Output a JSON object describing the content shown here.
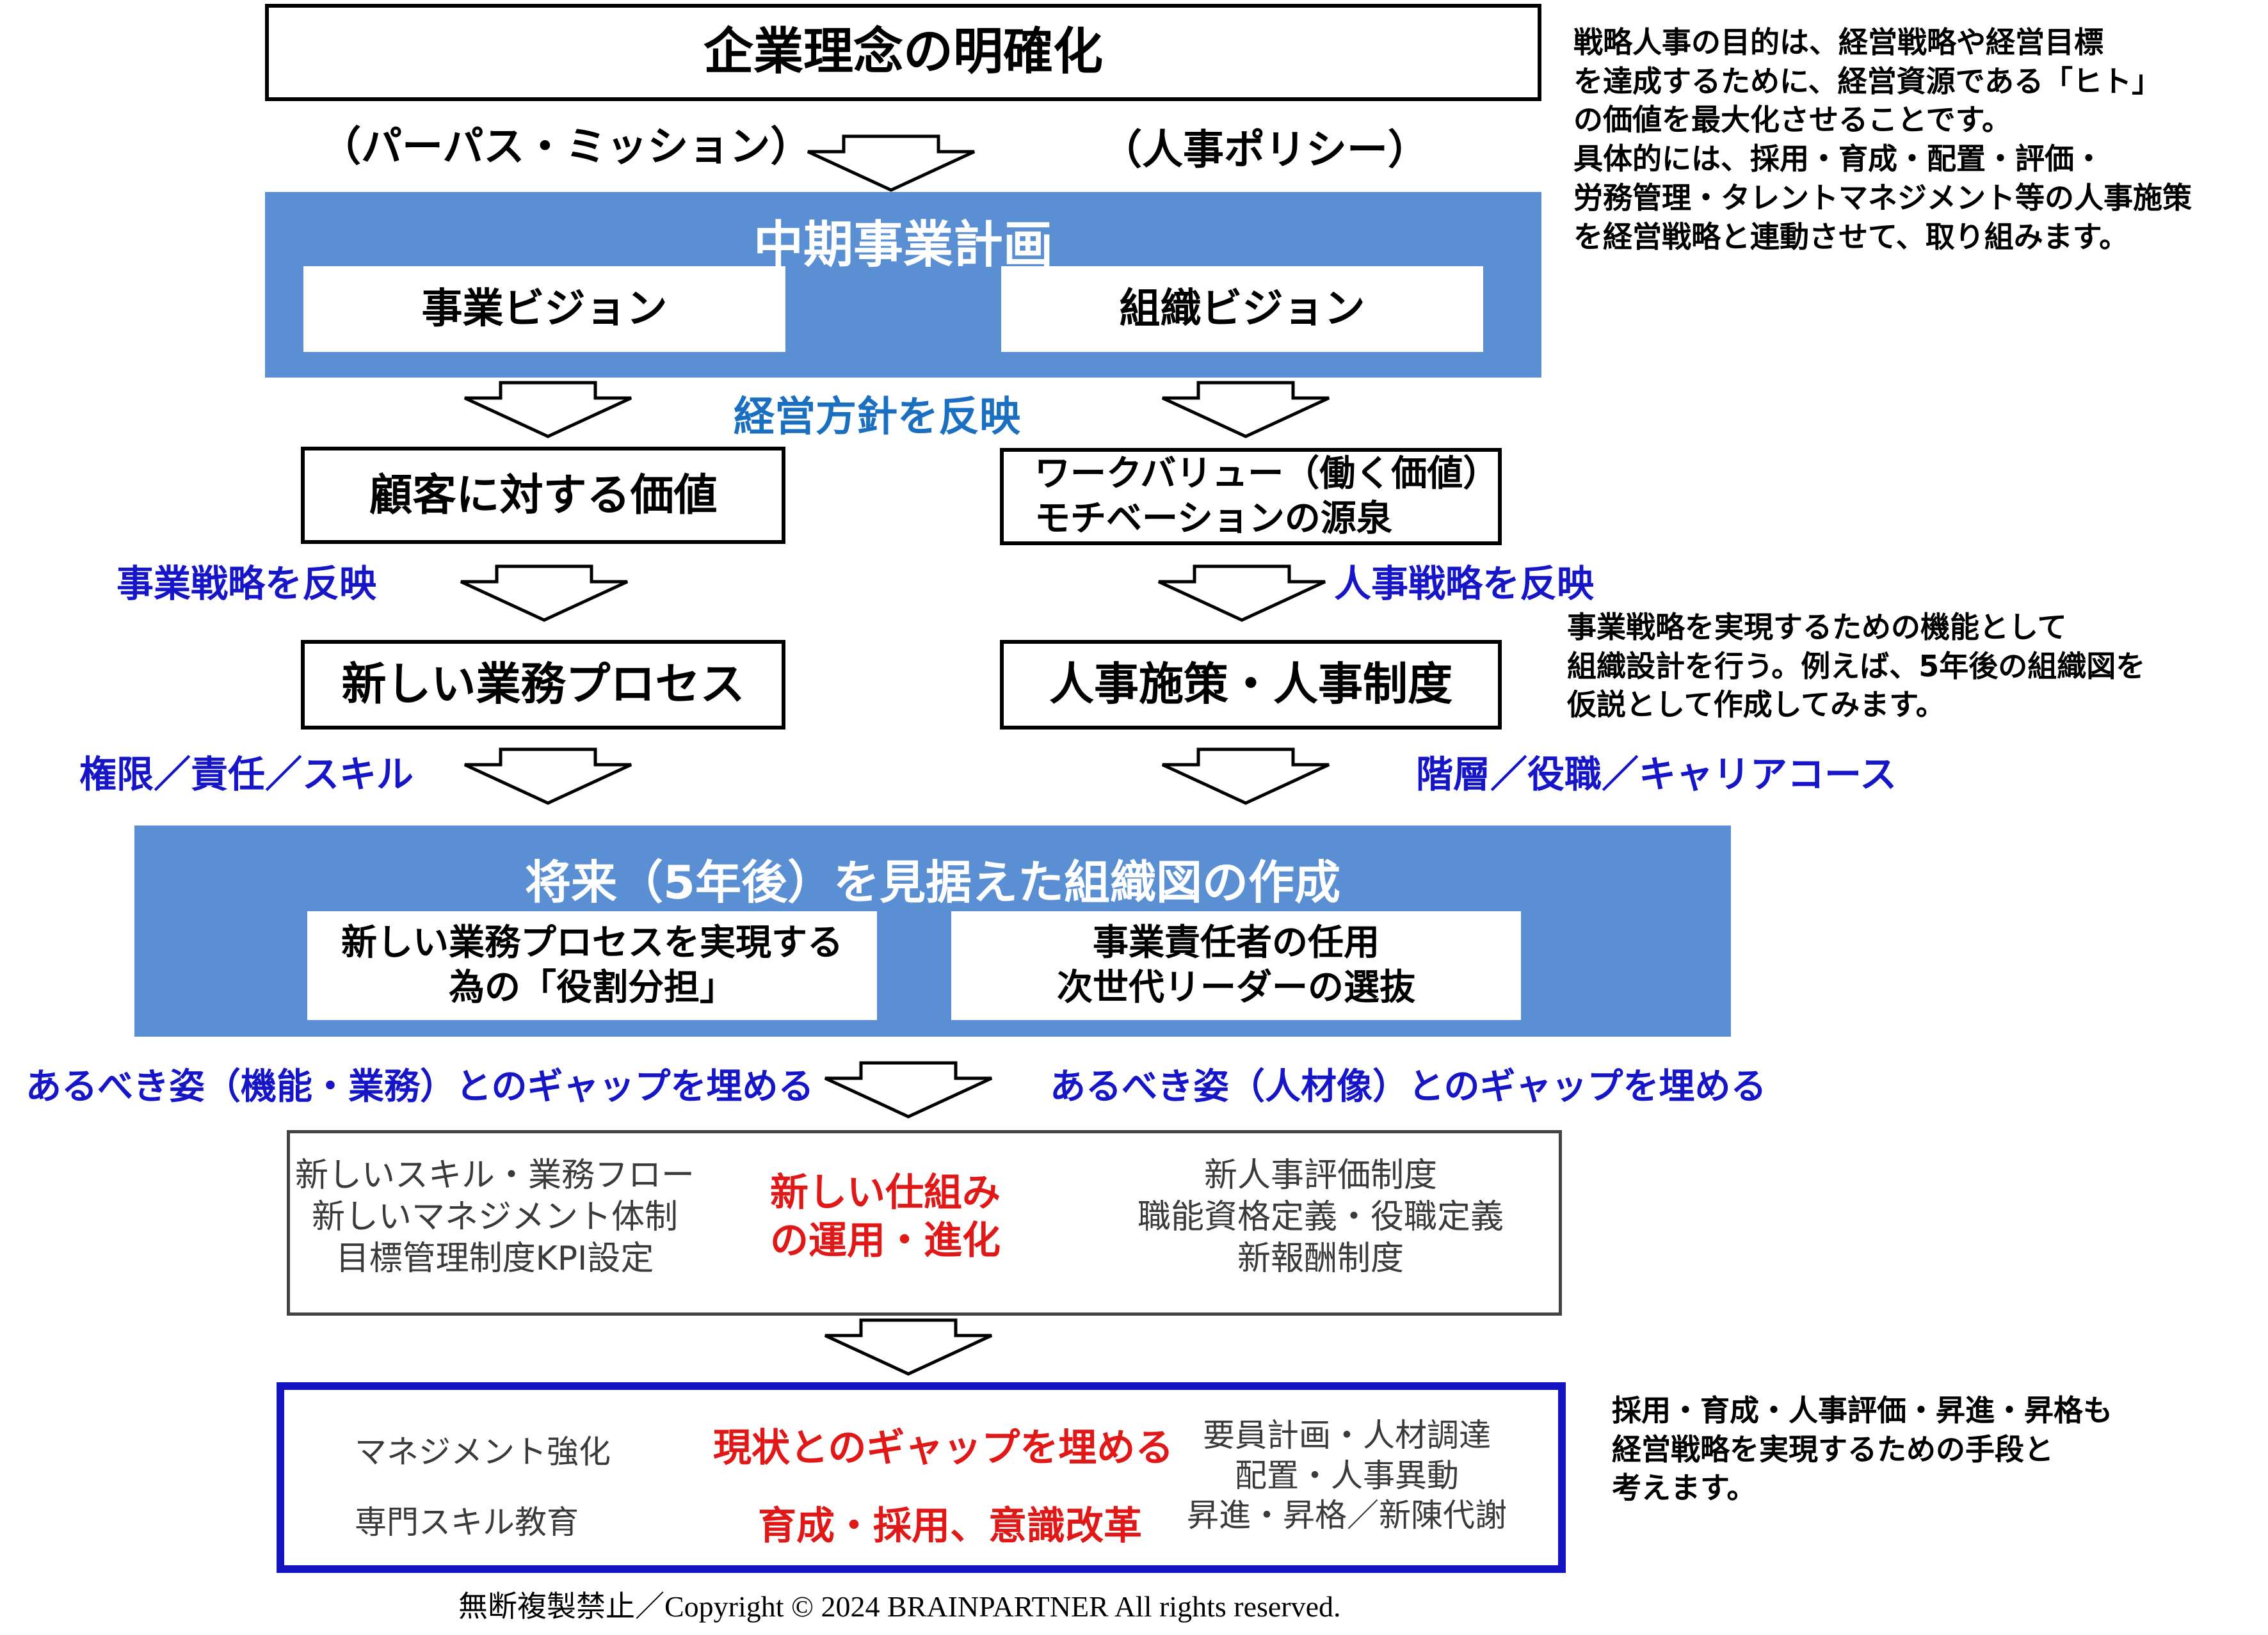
{
  "title": "企業理念の明確化",
  "purpose_label": "（パーパス・ミッション）",
  "policy_label": "（人事ポリシー）",
  "note_top": "戦略人事の目的は、経営戦略や経営目標\nを達成するために、経営資源である「ヒト」\nの価値を最大化させることです。\n具体的には、採用・育成・配置・評価・\n労務管理・タレントマネジメント等の人事施策\nを経営戦略と連動させて、取り組みます。",
  "mid_plan": {
    "title": "中期事業計画",
    "left": "事業ビジョン",
    "right": "組織ビジョン"
  },
  "reflect_policy": "経営方針を反映",
  "customer_value": "顧客に対する価値",
  "work_value": "ワークバリュー（働く価値）\nモチベーションの源泉",
  "reflect_business": "事業戦略を反映",
  "reflect_hr": "人事戦略を反映",
  "new_process": "新しい業務プロセス",
  "hr_measures": "人事施策・人事制度",
  "note_mid": "事業戦略を実現するための機能として\n組織設計を行う。例えば、5年後の組織図を\n仮説として作成してみます。",
  "authority": "権限／責任／スキル",
  "hierarchy": "階層／役職／キャリアコース",
  "future_org": {
    "title": "将来（5年後）を見据えた組織図の作成",
    "left": "新しい業務プロセスを実現する\n為の「役割分担」",
    "right": "事業責任者の任用\n次世代リーダーの選抜"
  },
  "gap_function": "あるべき姿（機能・業務）とのギャップを埋める",
  "gap_talent": "あるべき姿（人材像）とのギャップを埋める",
  "new_mechanism": {
    "left": "新しいスキル・業務フロー\n新しいマネジメント体制\n目標管理制度KPI設定",
    "center": "新しい仕組み\nの運用・進化",
    "right": "新人事評価制度\n職能資格定義・役職定義\n新報酬制度"
  },
  "bottom": {
    "left1": "マネジメント強化",
    "left2": "専門スキル教育",
    "center1": "現状とのギャップを埋める",
    "center2": "育成・採用、意識改革",
    "right": "要員計画・人材調達\n配置・人事異動\n昇進・昇格／新陳代謝"
  },
  "note_bottom": "採用・育成・人事評価・昇進・昇格も\n経営戦略を実現するための手段と\n考えます。",
  "copyright": "無断複製禁止／Copyright © 2024 BRAINPARTNER All rights reserved.",
  "colors": {
    "panel_blue": "#5a8fd4",
    "label_blue": "#1616c8",
    "label_lightblue": "#1a6fc0",
    "emphasis_red": "#e01818",
    "frame_blue": "#1414c0"
  }
}
